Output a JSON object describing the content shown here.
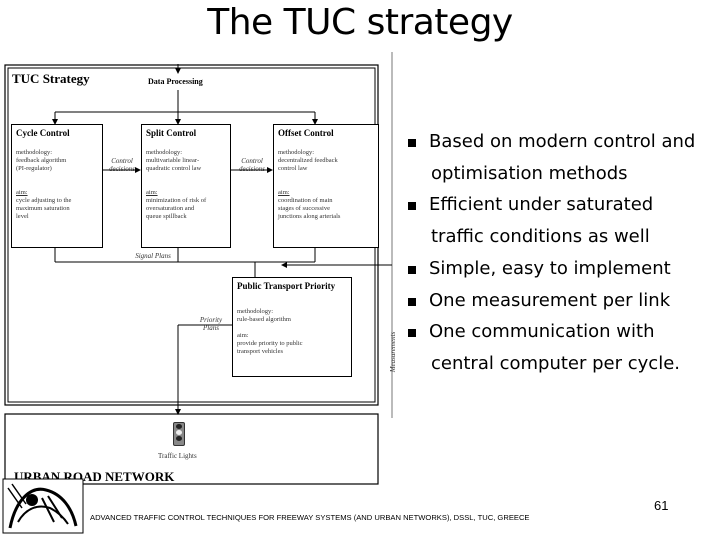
{
  "slide": {
    "title": "The TUC strategy",
    "page_number": "61",
    "footer": "ADVANCED TRAFFIC CONTROL TECHNIQUES FOR FREEWAY SYSTEMS (AND URBAN NETWORKS), DSSL, TUC, GREECE"
  },
  "diagram": {
    "strategy_title": "TUC Strategy",
    "data_processing": "Data Processing",
    "cycle": {
      "title": "Cycle Control",
      "method": [
        "methodology:",
        "feedback algorithm",
        "(PI-regulator)"
      ],
      "aim_label": "aim:",
      "aim": [
        "cycle adjusting to the",
        "maximum saturation",
        "level"
      ]
    },
    "split": {
      "title": "Split Control",
      "method": [
        "methodology:",
        "multivariable linear-",
        "quadratic control law"
      ],
      "aim_label": "aim:",
      "aim": [
        "minimization of risk of",
        "oversaturation and",
        "queue spillback"
      ]
    },
    "offset": {
      "title": "Offset Control",
      "method": [
        "methodology:",
        "decentralized feedback",
        "control law"
      ],
      "aim_label": "aim:",
      "aim": [
        "coordination of main",
        "stages of successive",
        "junctions along arterials"
      ]
    },
    "control_decisions_1": [
      "Control",
      "decisions"
    ],
    "control_decisions_2": [
      "Control",
      "decisions"
    ],
    "signal_plans": "Signal Plans",
    "ptp": {
      "title": "Public Transport Priority",
      "method": [
        "methodology:",
        "rule-based algorithm"
      ],
      "aim_label": "aim:",
      "aim": [
        "provide priority to public",
        "transport vehicles"
      ]
    },
    "priority_plans": [
      "Priority",
      "Plans"
    ],
    "measurements": "Measurements",
    "traffic_lights": "Traffic Lights",
    "urban_network": "URBAN ROAD NETWORK"
  },
  "bullets": [
    {
      "text": "Based on modern control and",
      "cont": "optimisation methods"
    },
    {
      "text": "Efficient under saturated",
      "cont": "traffic conditions as well"
    },
    {
      "text": "Simple, easy to implement",
      "cont": ""
    },
    {
      "text": "One measurement per link",
      "cont": ""
    },
    {
      "text": "One communication with",
      "cont": "central computer per cycle."
    }
  ]
}
